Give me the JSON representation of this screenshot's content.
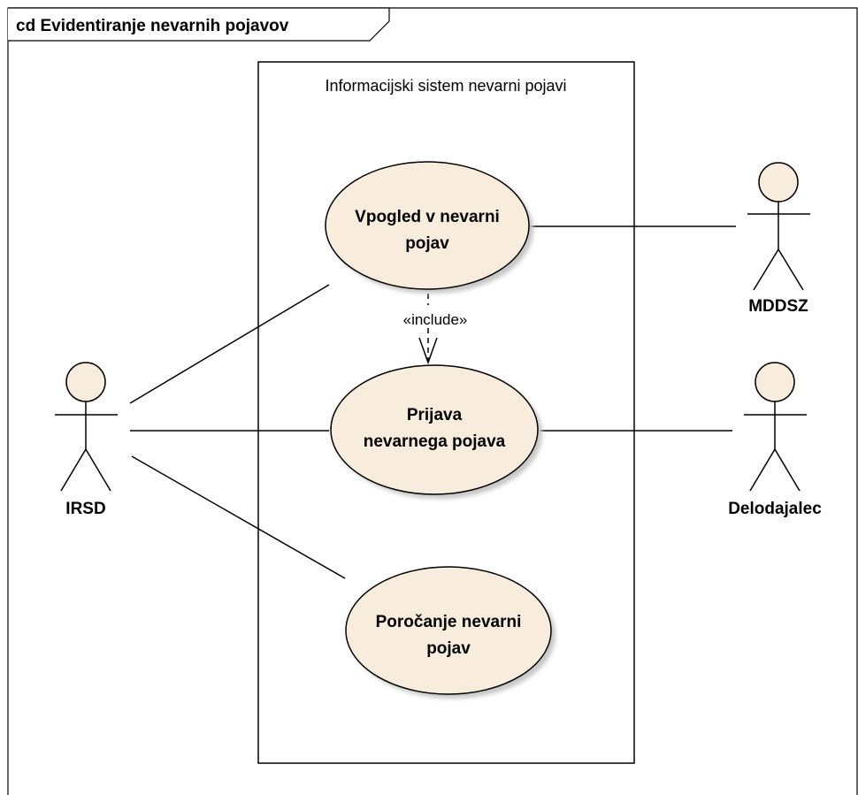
{
  "frame": {
    "title": "cd Evidentiranje nevarnih pojavov"
  },
  "system": {
    "title": "Informacijski sistem nevarni pojavi"
  },
  "use_cases": {
    "vpogled": {
      "line1": "Vpogled v nevarni",
      "line2": "pojav"
    },
    "prijava": {
      "line1": "Prijava",
      "line2": "nevarnega pojava"
    },
    "porocanje": {
      "line1": "Poročanje nevarni",
      "line2": "pojav"
    }
  },
  "actors": {
    "irsd": {
      "label": "IRSD"
    },
    "mddsz": {
      "label": "MDDSZ"
    },
    "delodajalec": {
      "label": "Delodajalec"
    }
  },
  "relations": {
    "include": {
      "label": "«include»"
    }
  },
  "colors": {
    "use_case_fill": "#f8ecdc",
    "actor_fill": "#f8ecdc",
    "shadow": "#c8c8c8",
    "line": "#000000"
  }
}
